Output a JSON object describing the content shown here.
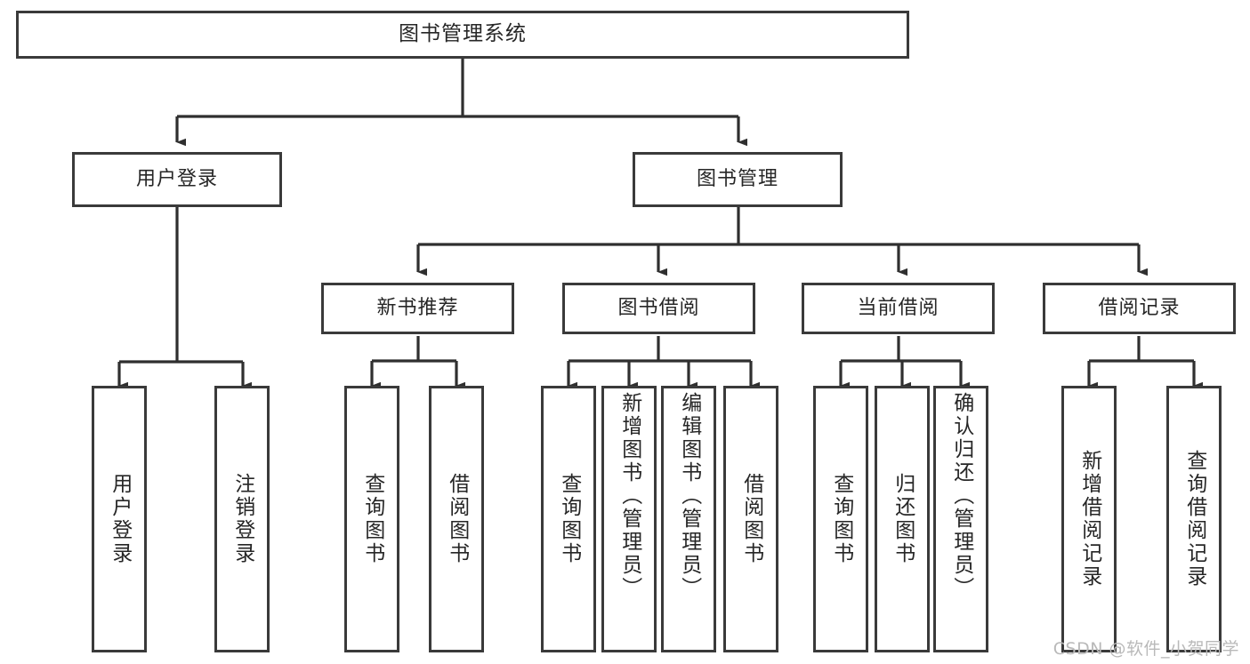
{
  "diagram": {
    "title": "图书管理系统",
    "type": "tree",
    "colors": {
      "box_border": "#3a3a3a",
      "box_fill": "#ffffff",
      "connector": "#2f2f2f",
      "text": "#262626",
      "watermark": "#b9b9b9",
      "background": "#ffffff"
    },
    "levels": {
      "level1": [
        {
          "id": "root",
          "label": "图书管理系统",
          "orientation": "horizontal"
        }
      ],
      "level2": [
        {
          "id": "login",
          "label": "用户登录",
          "orientation": "horizontal",
          "parent": "root"
        },
        {
          "id": "bookmgmt",
          "label": "图书管理",
          "orientation": "horizontal",
          "parent": "root"
        }
      ],
      "level3": [
        {
          "id": "newbook",
          "label": "新书推荐",
          "orientation": "horizontal",
          "parent": "bookmgmt"
        },
        {
          "id": "borrow",
          "label": "图书借阅",
          "orientation": "horizontal",
          "parent": "bookmgmt"
        },
        {
          "id": "current",
          "label": "当前借阅",
          "orientation": "horizontal",
          "parent": "bookmgmt"
        },
        {
          "id": "records",
          "label": "借阅记录",
          "orientation": "horizontal",
          "parent": "bookmgmt"
        }
      ],
      "level4": [
        {
          "id": "leaf-1",
          "label": "用户登录",
          "orientation": "vertical",
          "parent": "login"
        },
        {
          "id": "leaf-2",
          "label": "注销登录",
          "orientation": "vertical",
          "parent": "login"
        },
        {
          "id": "leaf-3",
          "label": "查询图书",
          "orientation": "vertical",
          "parent": "newbook"
        },
        {
          "id": "leaf-4",
          "label": "借阅图书",
          "orientation": "vertical",
          "parent": "newbook"
        },
        {
          "id": "leaf-5",
          "label": "查询图书",
          "orientation": "vertical",
          "parent": "borrow"
        },
        {
          "id": "leaf-6",
          "label": "新增图书（管理员）",
          "orientation": "vertical",
          "parent": "borrow"
        },
        {
          "id": "leaf-7",
          "label": "编辑图书（管理员）",
          "orientation": "vertical",
          "parent": "borrow"
        },
        {
          "id": "leaf-8",
          "label": "借阅图书",
          "orientation": "vertical",
          "parent": "borrow"
        },
        {
          "id": "leaf-9",
          "label": "查询图书",
          "orientation": "vertical",
          "parent": "current"
        },
        {
          "id": "leaf-10",
          "label": "归还图书",
          "orientation": "vertical",
          "parent": "current"
        },
        {
          "id": "leaf-11",
          "label": "确认归还（管理员）",
          "orientation": "vertical",
          "parent": "current"
        },
        {
          "id": "leaf-12",
          "label": "新增借阅记录",
          "orientation": "vertical",
          "parent": "records"
        },
        {
          "id": "leaf-13",
          "label": "查询借阅记录",
          "orientation": "vertical",
          "parent": "records"
        }
      ]
    }
  },
  "watermark": {
    "text": "CSDN @软件_小贺同学"
  }
}
